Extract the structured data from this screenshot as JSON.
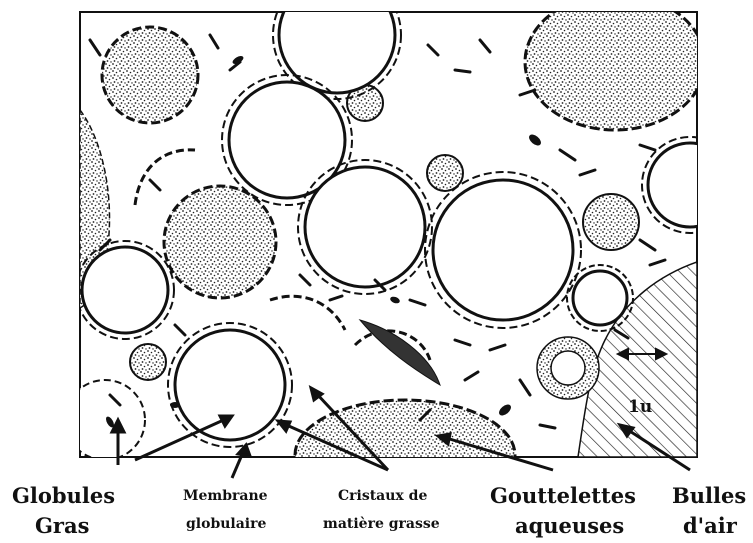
{
  "labels": {
    "globules_line1": "Globules",
    "globules_line2": "Gras",
    "membrane_line1": "Membrane",
    "membrane_line2": "globulaire",
    "cristaux_line1": "Cristaux de",
    "cristaux_line2": "matière grasse",
    "gouttelettes_line1": "Gouttelettes",
    "gouttelettes_line2": "aqueuses",
    "bulles_line1": "Bulles",
    "bulles_line2": "d'air"
  },
  "scale_bar": {
    "label": "1u"
  },
  "colors": {
    "ink": "#111111",
    "background": "#ffffff"
  }
}
